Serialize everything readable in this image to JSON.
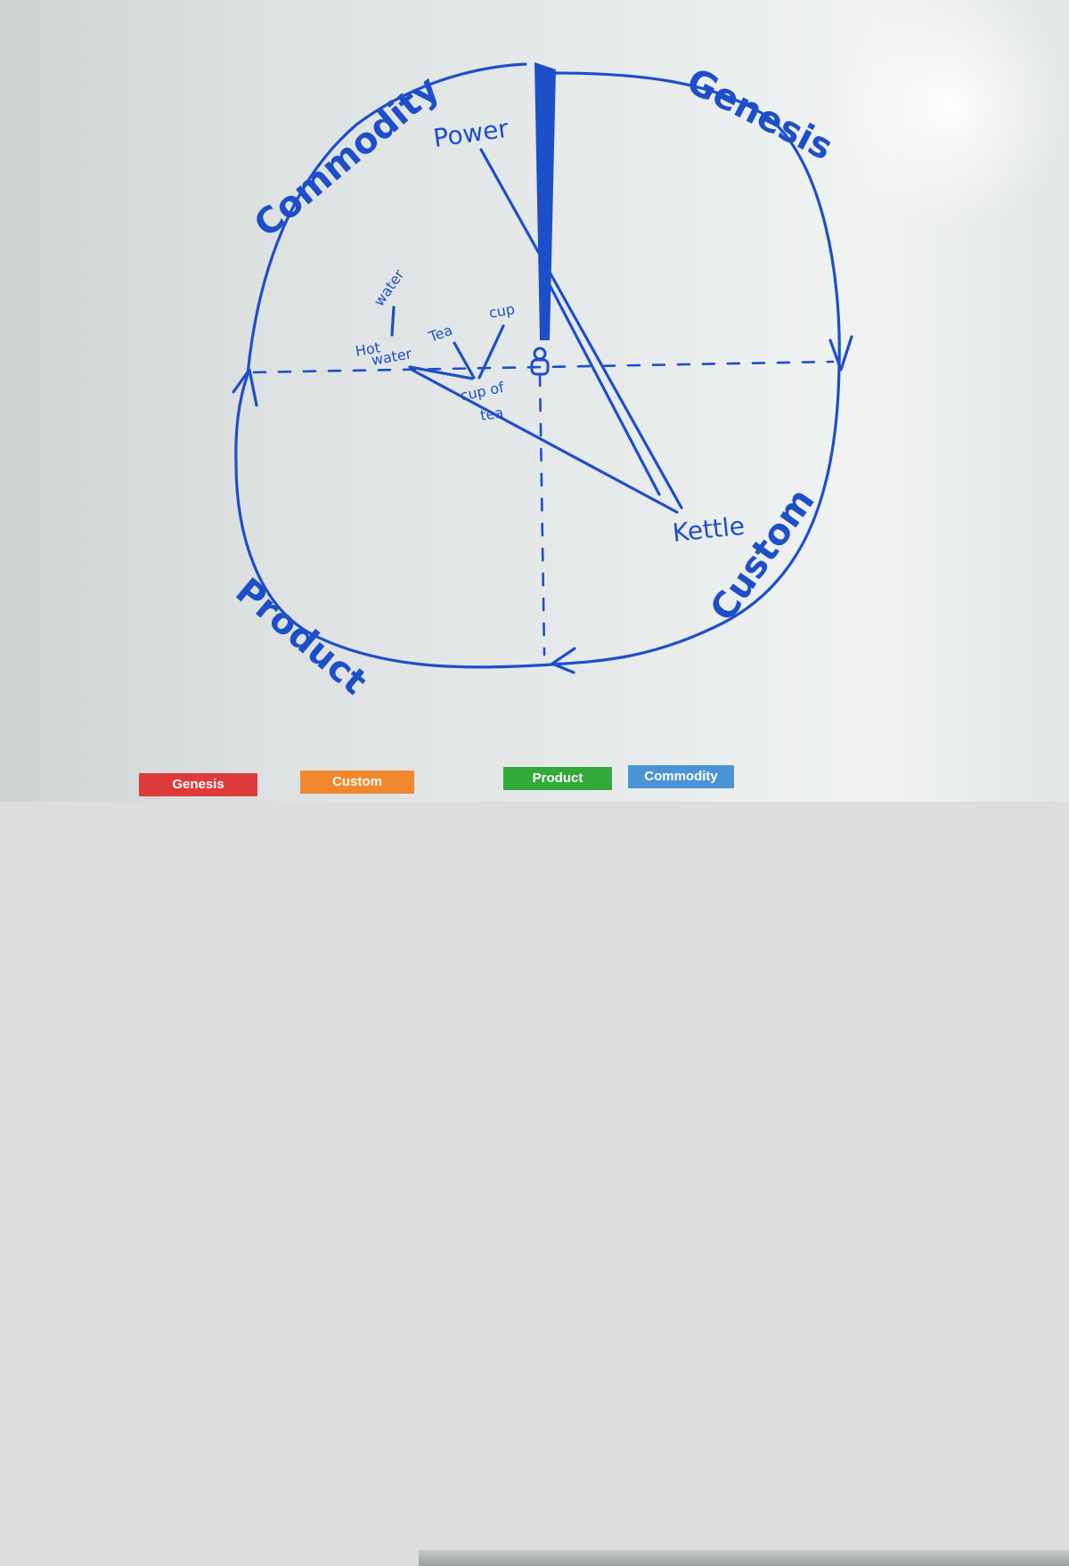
{
  "colors": {
    "ink": "#1d4fc9",
    "genesis": "#de3a3a",
    "custom": "#f0872d",
    "product": "#35a83a",
    "commodity": "#4a94d6"
  },
  "board": {
    "stage_labels": {
      "genesis": "Genesis",
      "custom": "Custom",
      "product": "Product",
      "commodity": "Commodity"
    },
    "components": {
      "power": "Power",
      "kettle": "Kettle",
      "water": "water",
      "hot_water_1": "Hot",
      "hot_water_2": "water",
      "tea": "Tea",
      "cup": "cup",
      "cup_of_tea_1": "cup of",
      "cup_of_tea_2": "tea"
    }
  },
  "magnets": [
    {
      "label": "Genesis",
      "color": "#de3a3a"
    },
    {
      "label": "Custom",
      "color": "#f0872d"
    },
    {
      "label": "Product",
      "color": "#35a83a"
    },
    {
      "label": "Commodity",
      "color": "#4a94d6"
    }
  ]
}
